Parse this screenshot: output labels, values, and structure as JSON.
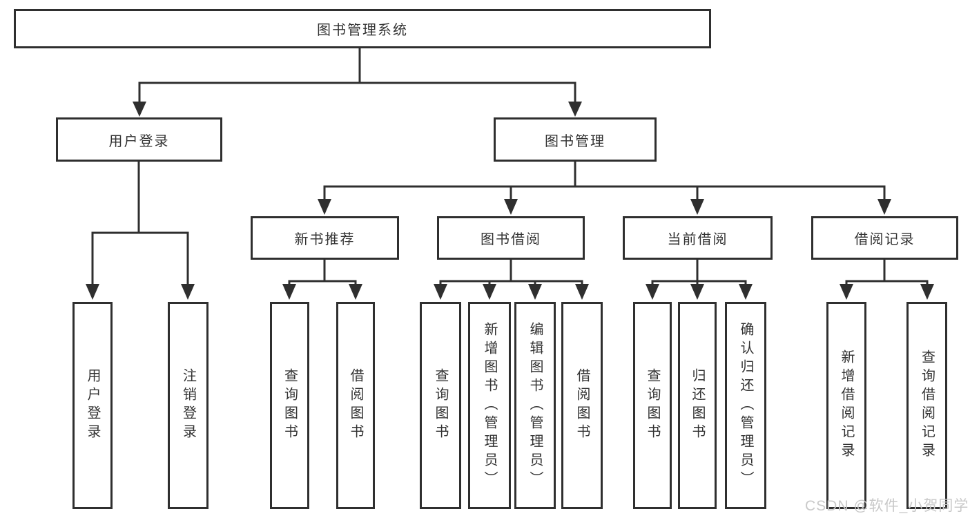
{
  "colors": {
    "line": "#2f2f2f",
    "text": "#333333",
    "watermark": "#c9c9c9",
    "background": "#ffffff"
  },
  "watermark": {
    "text": "CSDN @软件_小贺同学"
  },
  "tree": {
    "label": "图书管理系统",
    "children": [
      {
        "label": "用户登录",
        "children": [
          {
            "label": "用户登录"
          },
          {
            "label": "注销登录"
          }
        ]
      },
      {
        "label": "图书管理",
        "children": [
          {
            "label": "新书推荐",
            "children": [
              {
                "label": "查询图书"
              },
              {
                "label": "借阅图书"
              }
            ]
          },
          {
            "label": "图书借阅",
            "children": [
              {
                "label": "查询图书"
              },
              {
                "label": "新增图书（管理员）"
              },
              {
                "label": "编辑图书（管理员）"
              },
              {
                "label": "借阅图书"
              }
            ]
          },
          {
            "label": "当前借阅",
            "children": [
              {
                "label": "查询图书"
              },
              {
                "label": "归还图书"
              },
              {
                "label": "确认归还（管理员）"
              }
            ]
          },
          {
            "label": "借阅记录",
            "children": [
              {
                "label": "新增借阅记录"
              },
              {
                "label": "查询借阅记录"
              }
            ]
          }
        ]
      }
    ]
  }
}
